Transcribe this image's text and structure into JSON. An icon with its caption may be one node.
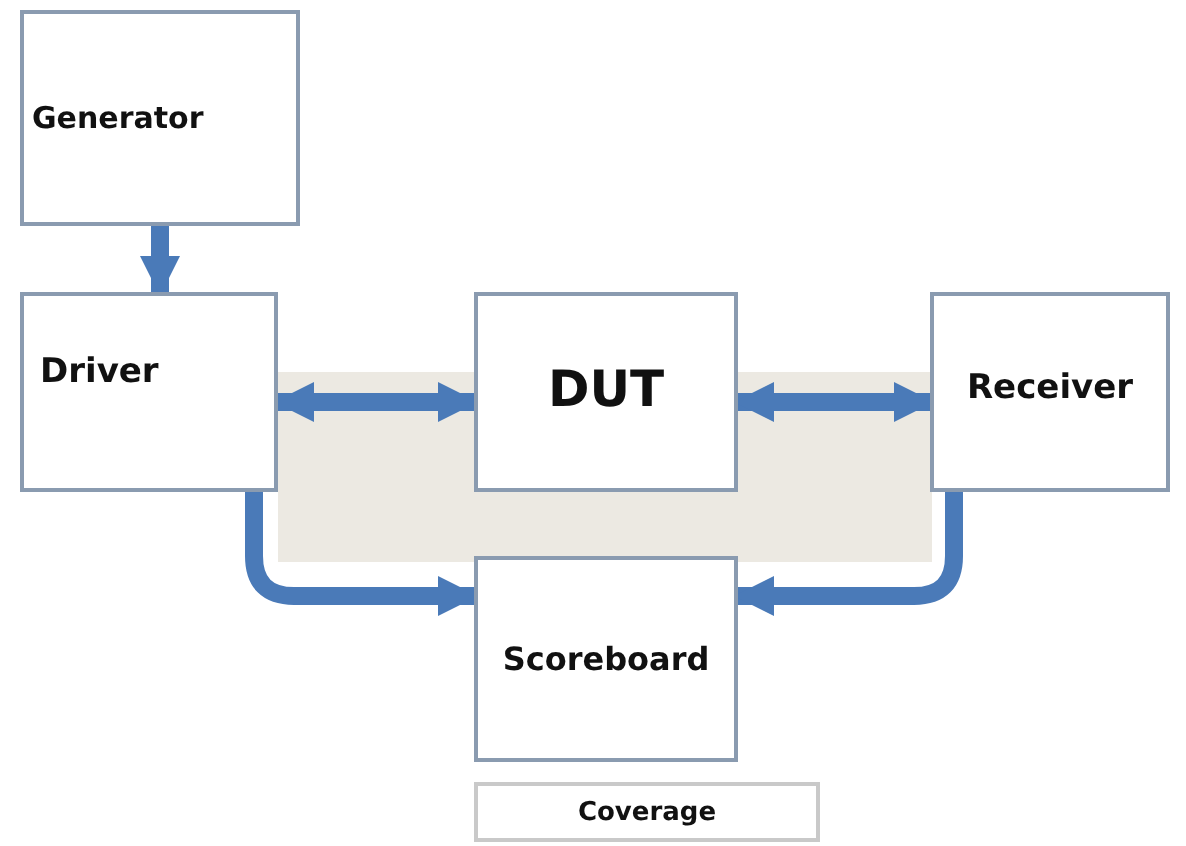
{
  "diagram": {
    "nodes": [
      {
        "text": [
          "Generator"
        ]
      },
      {
        "text": [
          "Driver"
        ]
      },
      {
        "text": [
          "DUT"
        ]
      },
      {
        "text": [
          "Receiver"
        ]
      },
      {
        "text": [
          "Scoreboard"
        ]
      },
      {
        "text": [
          "Coverage"
        ]
      }
    ],
    "edges": [
      {
        "from": 0,
        "to": 1,
        "arrow": "to"
      },
      {
        "from": 1,
        "to": 2,
        "arrow": "both"
      },
      {
        "from": 2,
        "to": 3,
        "arrow": "both"
      },
      {
        "from": 1,
        "to": 4,
        "arrow": "to"
      },
      {
        "from": 3,
        "to": 4,
        "arrow": "to"
      }
    ]
  }
}
